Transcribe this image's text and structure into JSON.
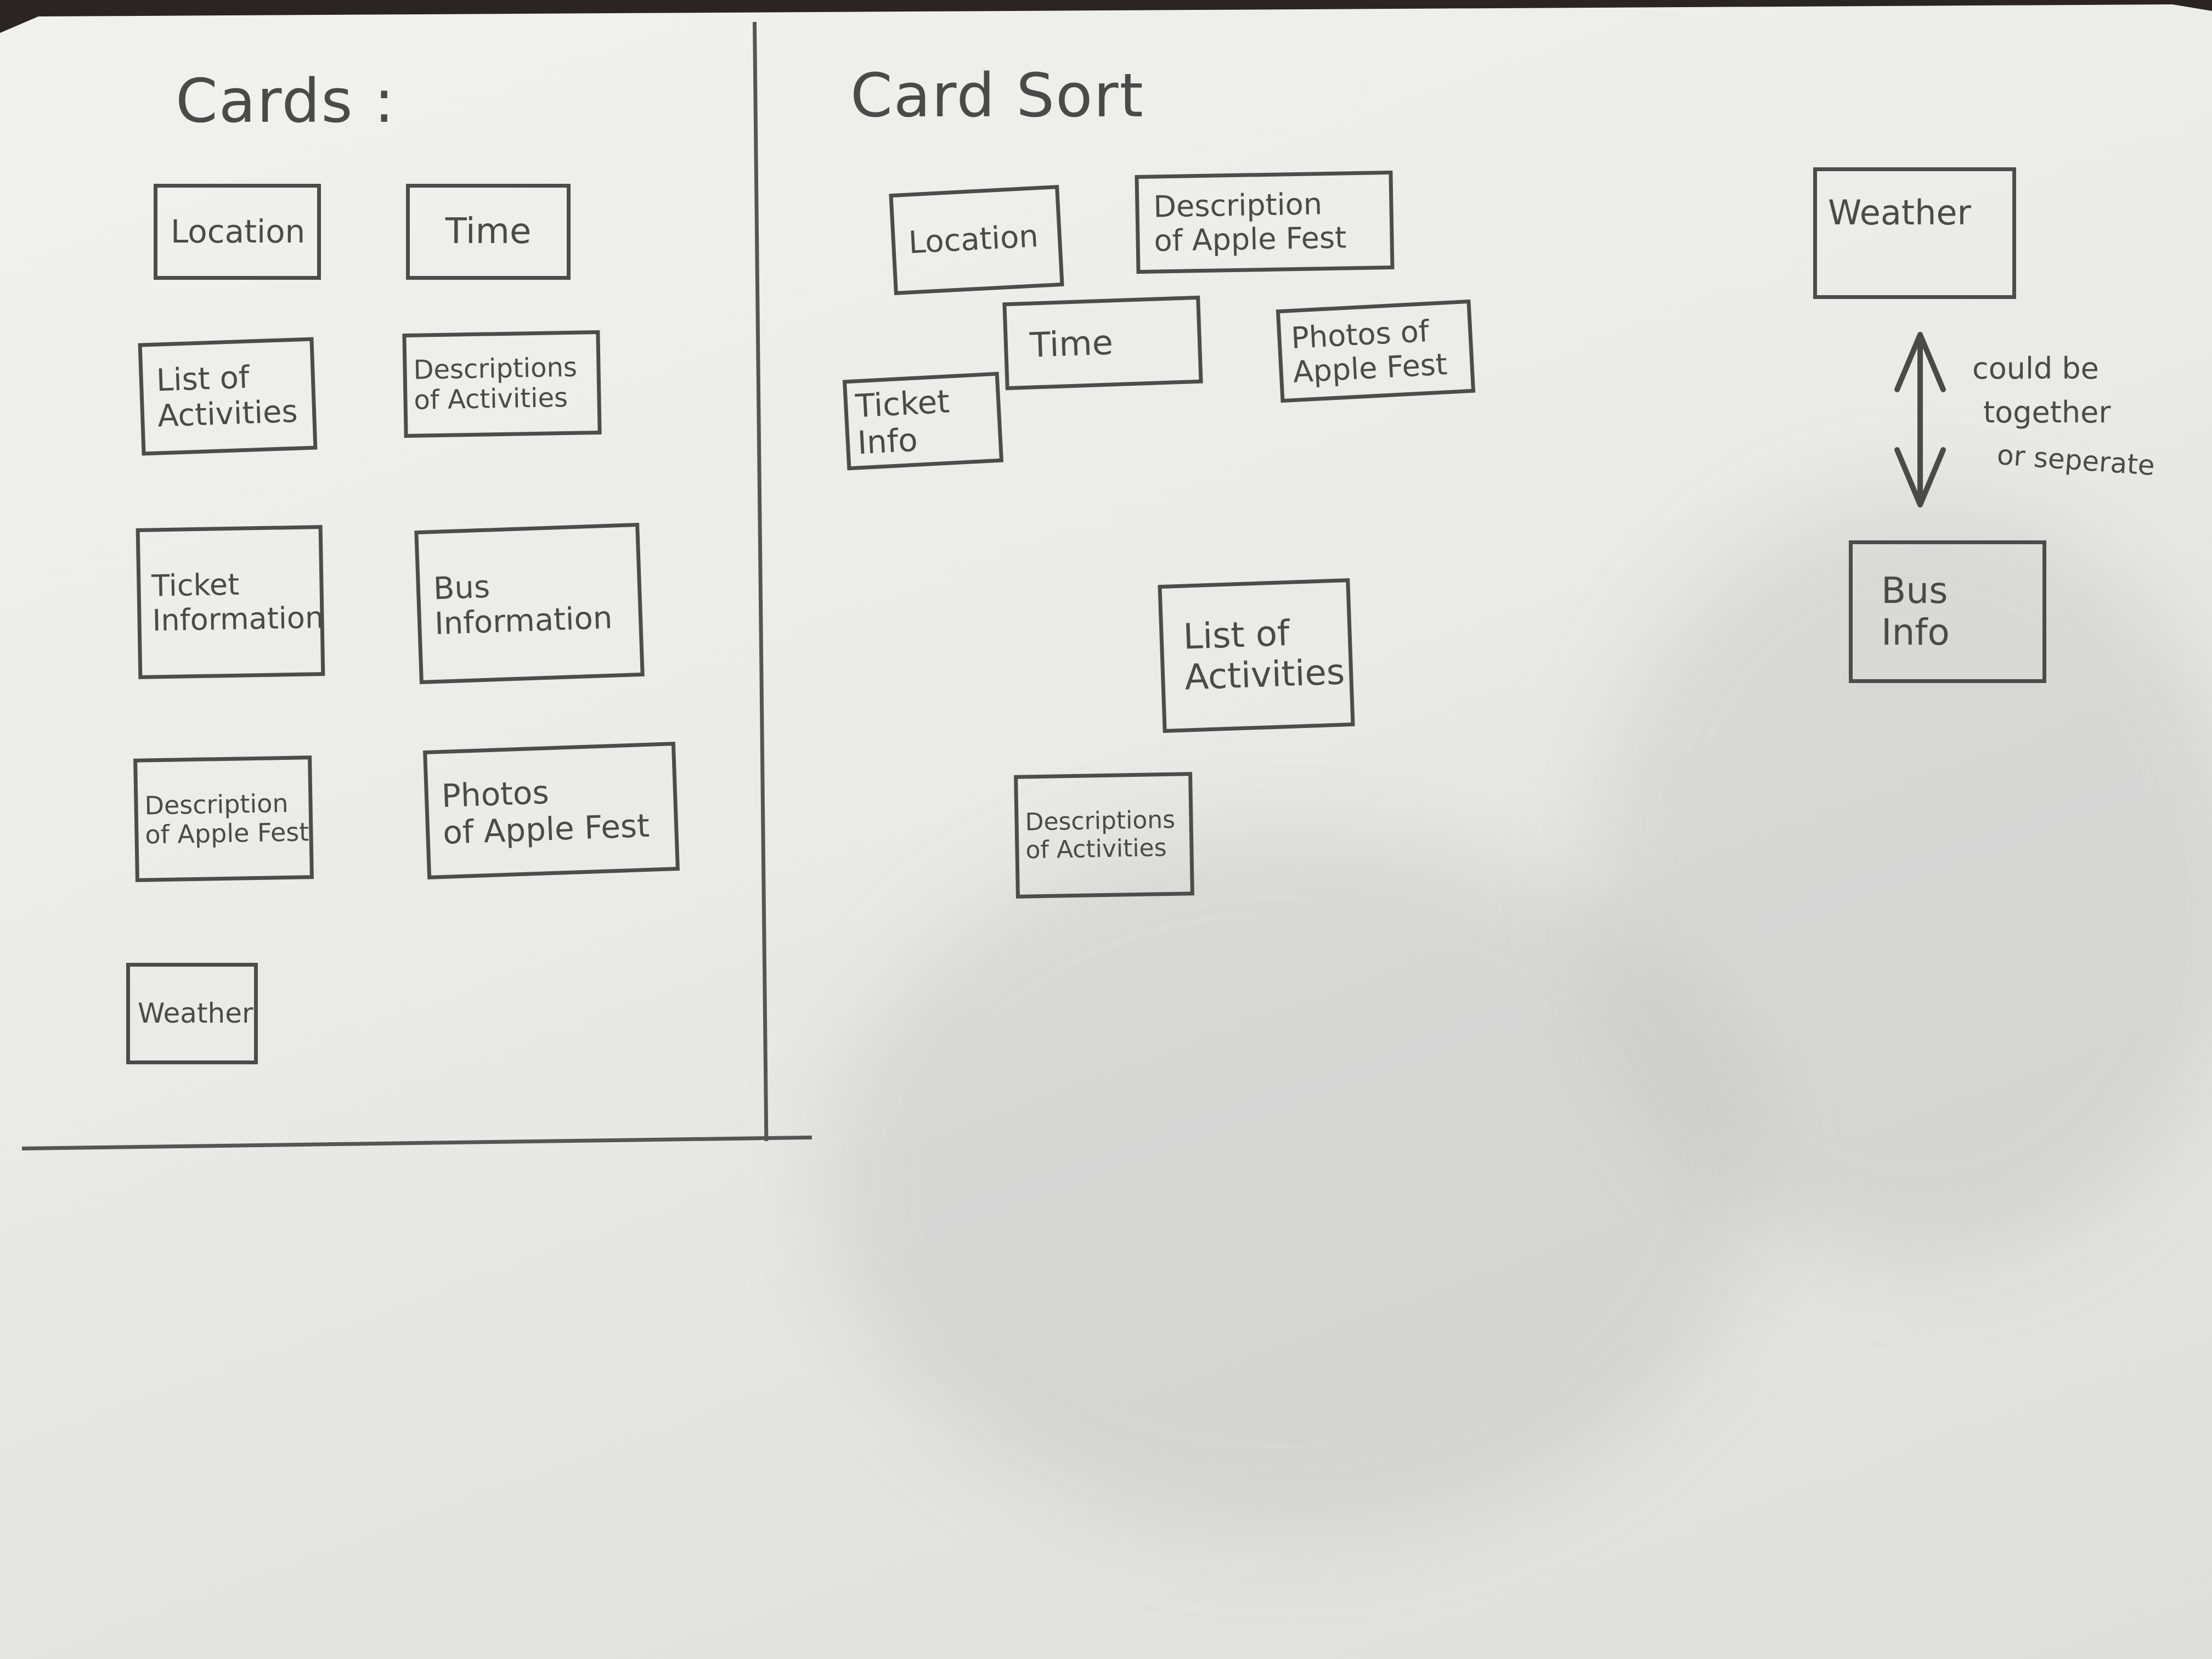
{
  "left_panel": {
    "title": "Cards :",
    "cards": [
      {
        "id": "location",
        "lines": [
          "Location"
        ]
      },
      {
        "id": "time",
        "lines": [
          "Time"
        ]
      },
      {
        "id": "list-of-activities",
        "lines": [
          "List of",
          "Activities"
        ]
      },
      {
        "id": "descriptions-of-activities",
        "lines": [
          "Descriptions",
          "of Activities"
        ]
      },
      {
        "id": "ticket-information",
        "lines": [
          "Ticket",
          "Information"
        ]
      },
      {
        "id": "bus-information",
        "lines": [
          "Bus",
          "Information"
        ]
      },
      {
        "id": "description-of-apple-fest",
        "lines": [
          "Description",
          "of Apple Fest"
        ]
      },
      {
        "id": "photos-of-apple-fest",
        "lines": [
          "Photos",
          "of Apple Fest"
        ]
      },
      {
        "id": "weather",
        "lines": [
          "Weather"
        ]
      }
    ]
  },
  "right_panel": {
    "title": "Card Sort",
    "cards": [
      {
        "id": "sorted-location",
        "lines": [
          "Location"
        ]
      },
      {
        "id": "sorted-description-of-apple-fest",
        "lines": [
          "Description",
          "of Apple Fest"
        ]
      },
      {
        "id": "sorted-time",
        "lines": [
          "Time"
        ]
      },
      {
        "id": "sorted-photos-of-apple-fest",
        "lines": [
          "Photos of",
          "Apple Fest"
        ]
      },
      {
        "id": "sorted-ticket-info",
        "lines": [
          "Ticket",
          "Info"
        ]
      },
      {
        "id": "sorted-list-of-activities",
        "lines": [
          "List of",
          "Activities"
        ]
      },
      {
        "id": "sorted-descriptions-of-activities",
        "lines": [
          "Descriptions",
          "of Activities"
        ]
      },
      {
        "id": "sorted-weather",
        "lines": [
          "Weather"
        ]
      },
      {
        "id": "sorted-bus-info",
        "lines": [
          "Bus",
          "Info"
        ]
      }
    ],
    "note": [
      "could be",
      "together",
      "or seperate"
    ]
  }
}
